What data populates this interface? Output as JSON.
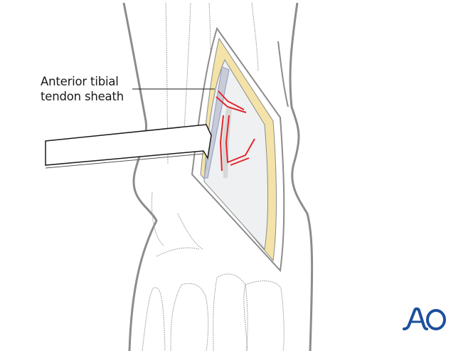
{
  "figure": {
    "subject": "Anterior approach to ankle with retractor exposing joint",
    "label": {
      "line1": "Anterior tibial",
      "line2": "tendon sheath"
    },
    "logo": {
      "text": "AO",
      "color": "#1d4f9c"
    },
    "colors": {
      "outline": "#8c8c8c",
      "thin_line": "#a6a6a6",
      "fat_layer": "#f3e3a8",
      "fracture_line": "#e3262b",
      "tissue": "#eef0f2",
      "leader": "#1a1a1a"
    }
  }
}
